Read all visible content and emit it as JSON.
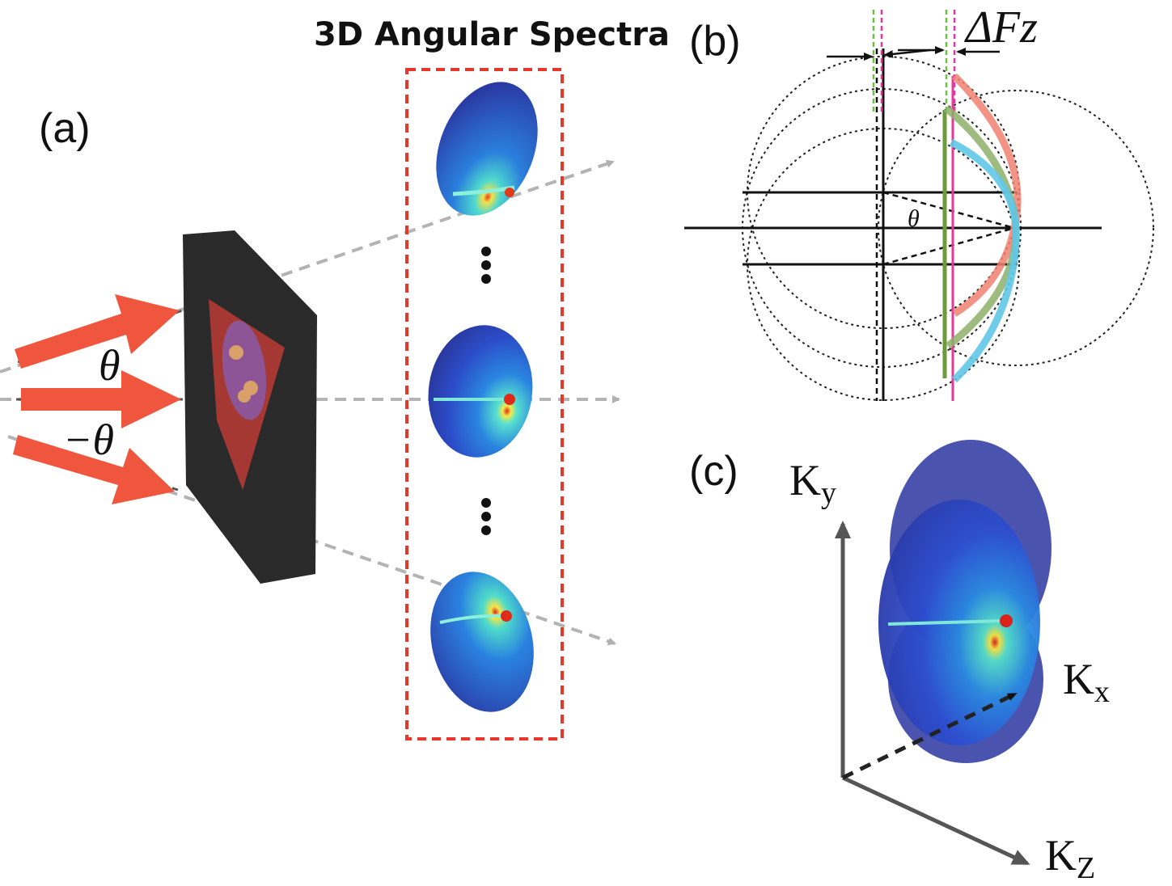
{
  "panel_a": {
    "label": "(a)",
    "title": "3D Angular Spectra",
    "angle_pos": "θ",
    "angle_neg": "−θ"
  },
  "panel_b": {
    "label": "(b)",
    "delta_label": "ΔFz",
    "angle": "θ"
  },
  "panel_c": {
    "label": "(c)",
    "axis_y": "K",
    "axis_y_sub": "y",
    "axis_x": "K",
    "axis_x_sub": "x",
    "axis_z": "K",
    "axis_z_sub": "Z"
  },
  "colors": {
    "beam": "#f0553e",
    "dashed_box": "#e8362a",
    "green_line": "#6f9a3c",
    "pink_line": "#e6379a",
    "red_arc": "#f08070",
    "green_arc": "#8db06a",
    "cyan_arc": "#5fc8e8",
    "spectrum_blue": "#2f3fb8"
  }
}
